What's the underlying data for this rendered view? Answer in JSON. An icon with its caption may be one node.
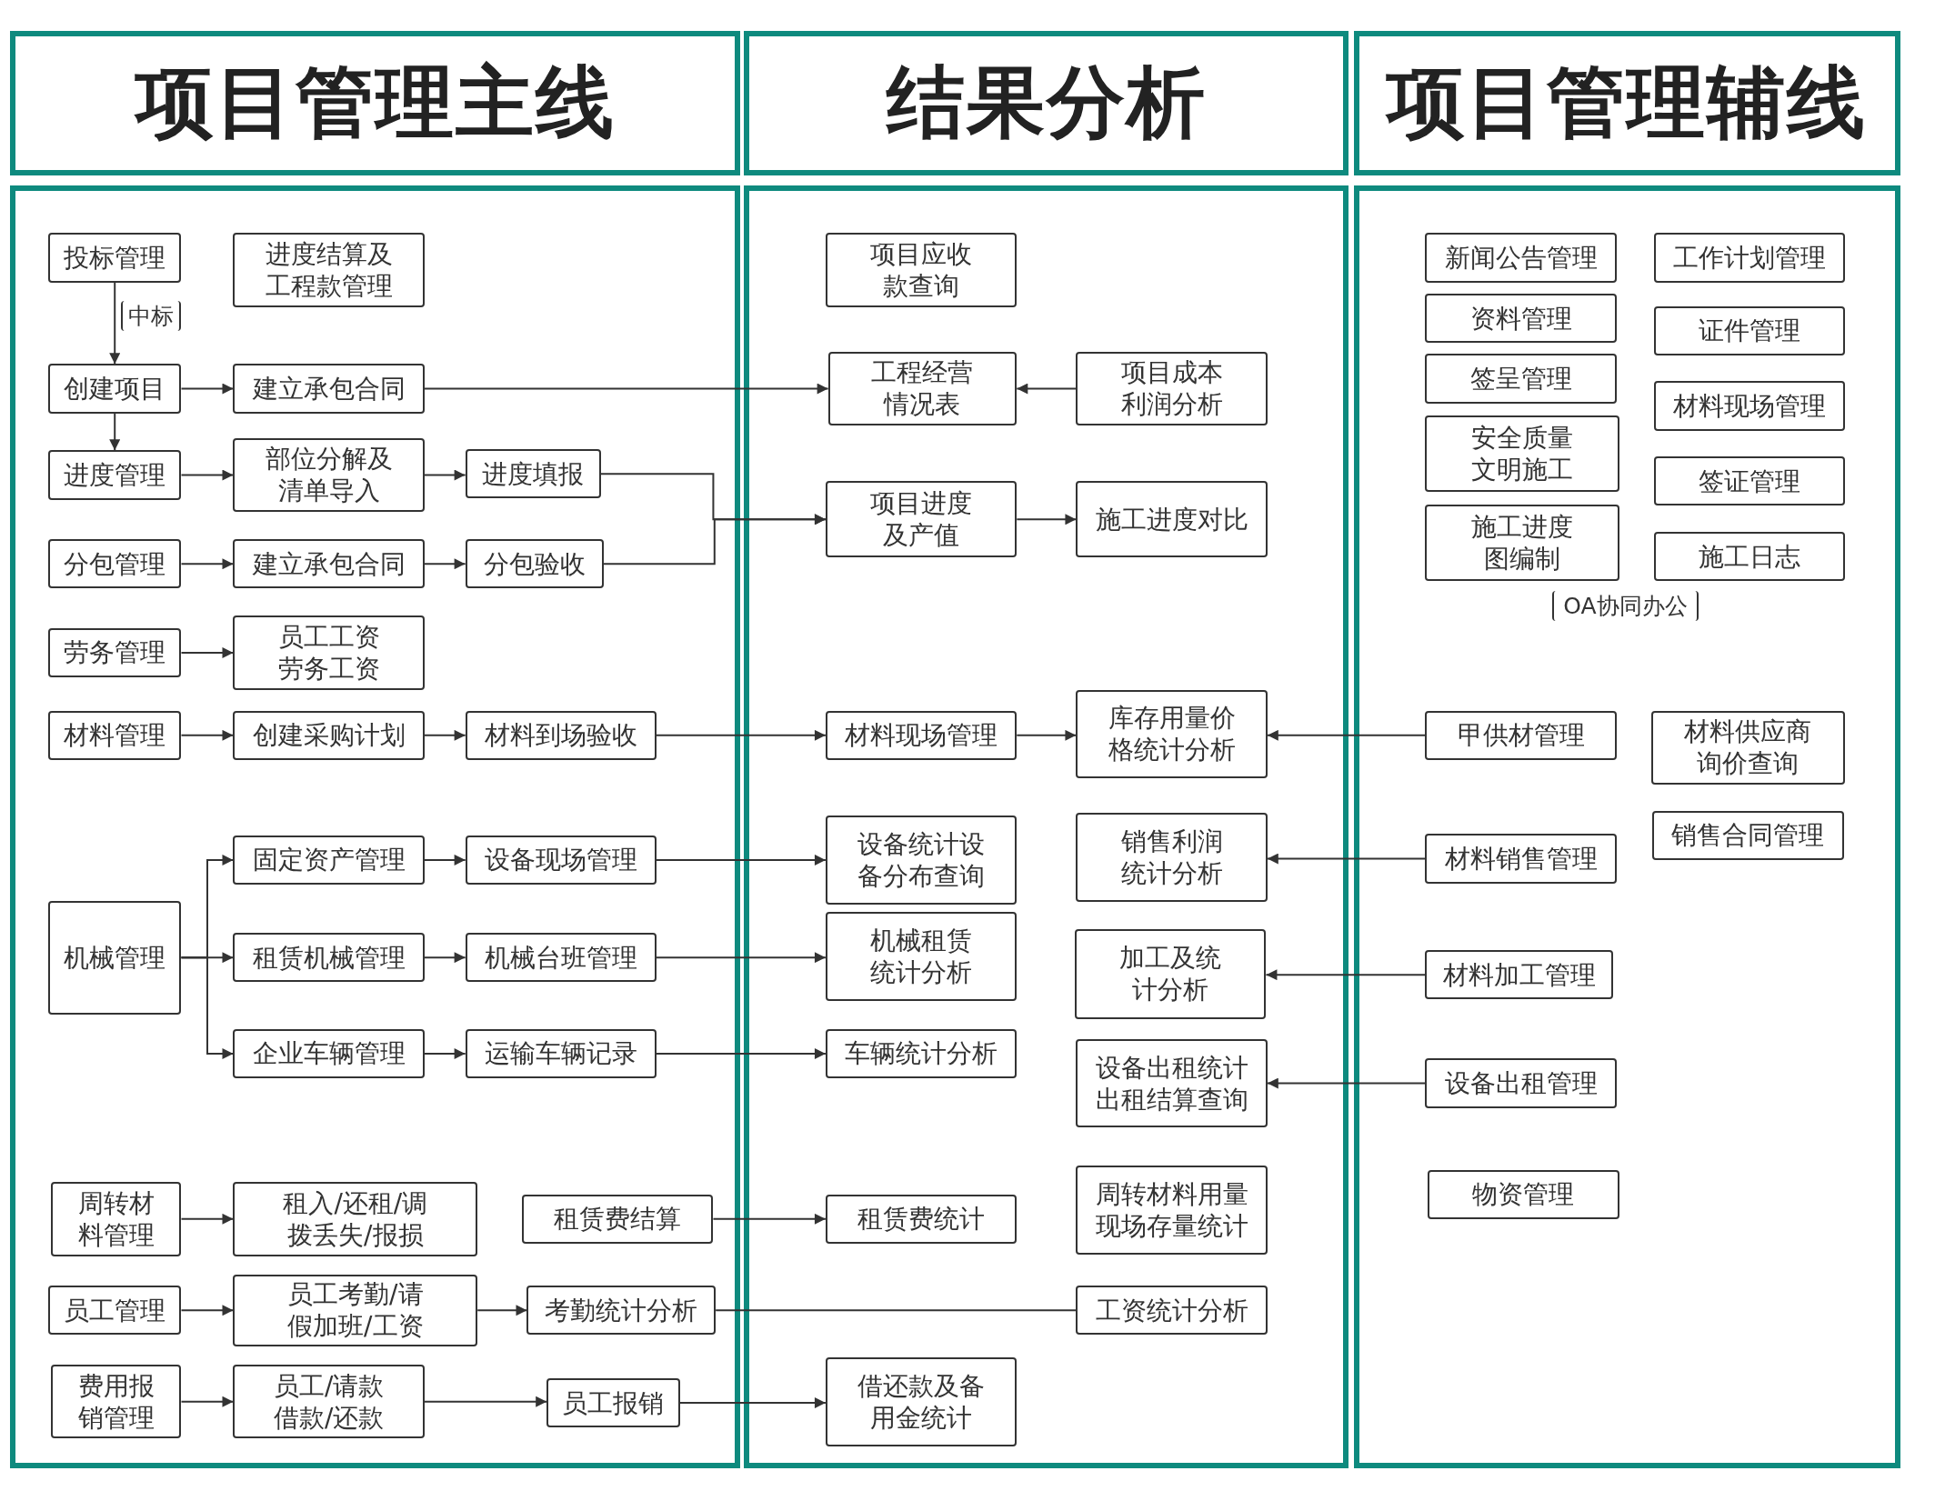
{
  "diagram": {
    "nodes": [
      {
        "text": [
          "项目管理主线"
        ]
      },
      {
        "text": [
          "结果分析"
        ]
      },
      {
        "text": [
          "项目管理辅线"
        ]
      },
      {
        "text": [],
        "shape": "box"
      },
      {
        "text": [],
        "shape": "box"
      },
      {
        "text": [],
        "shape": "box"
      },
      {
        "text": [
          "投标管理"
        ],
        "in": 3
      },
      {
        "text": [
          "进度结算及工程款管理"
        ],
        "in": 3
      },
      {
        "text": [
          "创建项目"
        ],
        "in": 3
      },
      {
        "text": [
          "建立承包合同"
        ],
        "in": 3
      },
      {
        "text": [
          "进度管理"
        ],
        "in": 3
      },
      {
        "text": [
          "部位分解及清单导入"
        ],
        "in": 3
      },
      {
        "text": [
          "进度填报"
        ],
        "in": 3
      },
      {
        "text": [
          "分包管理"
        ],
        "in": 3
      },
      {
        "text": [
          "建立承包合同"
        ],
        "in": 3
      },
      {
        "text": [
          "分包验收"
        ],
        "in": 3
      },
      {
        "text": [
          "劳务管理"
        ],
        "in": 3
      },
      {
        "text": [
          "员工工资劳务工资"
        ],
        "in": 3
      },
      {
        "text": [
          "材料管理"
        ],
        "in": 3
      },
      {
        "text": [
          "创建采购计划"
        ],
        "in": 3
      },
      {
        "text": [
          "材料到场验收"
        ],
        "in": 3
      },
      {
        "text": [
          "机械管理"
        ],
        "in": 3
      },
      {
        "text": [
          "固定资产管理"
        ],
        "in": 3
      },
      {
        "text": [
          "设备现场管理"
        ],
        "in": 3
      },
      {
        "text": [
          "租赁机械管理"
        ],
        "in": 3
      },
      {
        "text": [
          "机械台班管理"
        ],
        "in": 3
      },
      {
        "text": [
          "企业车辆管理"
        ],
        "in": 3
      },
      {
        "text": [
          "运输车辆记录"
        ],
        "in": 3
      },
      {
        "text": [
          "周转材料管理"
        ],
        "in": 3
      },
      {
        "text": [
          "租入/还租/调拨丢失/报损"
        ],
        "in": 3
      },
      {
        "text": [
          "租赁费结算"
        ],
        "in": 3
      },
      {
        "text": [
          "员工管理"
        ],
        "in": 3
      },
      {
        "text": [
          "员工考勤/请假加班/工资"
        ],
        "in": 3
      },
      {
        "text": [
          "考勤统计分析"
        ],
        "in": 3
      },
      {
        "text": [
          "费用报销管理"
        ],
        "in": 3
      },
      {
        "text": [
          "员工/请款借款/还款"
        ],
        "in": 3
      },
      {
        "text": [
          "员工报销"
        ],
        "in": 3
      },
      {
        "text": [
          "项目应收款查询"
        ],
        "in": 4
      },
      {
        "text": [
          "工程经营情况表"
        ],
        "in": 4
      },
      {
        "text": [
          "项目成本利润分析"
        ],
        "in": 4
      },
      {
        "text": [
          "项目进度及产值"
        ],
        "in": 4
      },
      {
        "text": [
          "施工进度对比"
        ],
        "in": 4
      },
      {
        "text": [
          "材料现场管理"
        ],
        "in": 4
      },
      {
        "text": [
          "库存用量价格统计分析"
        ],
        "in": 4
      },
      {
        "text": [
          "设备统计设备分布查询"
        ],
        "in": 4
      },
      {
        "text": [
          "销售利润统计分析"
        ],
        "in": 4
      },
      {
        "text": [
          "机械租赁统计分析"
        ],
        "in": 4
      },
      {
        "text": [
          "加工及统计分析"
        ],
        "in": 4
      },
      {
        "text": [
          "车辆统计分析"
        ],
        "in": 4
      },
      {
        "text": [
          "设备出租统计出租结算查询"
        ],
        "in": 4
      },
      {
        "text": [
          "租赁费统计"
        ],
        "in": 4
      },
      {
        "text": [
          "周转材料用量现场存量统计"
        ],
        "in": 4
      },
      {
        "text": [
          "工资统计分析"
        ],
        "in": 4
      },
      {
        "text": [
          "借还款及备用金统计"
        ],
        "in": 4
      },
      {
        "text": [
          "新闻公告管理"
        ],
        "in": 5
      },
      {
        "text": [
          "工作计划管理"
        ],
        "in": 5
      },
      {
        "text": [
          "资料管理"
        ],
        "in": 5
      },
      {
        "text": [
          "证件管理"
        ],
        "in": 5
      },
      {
        "text": [
          "签呈管理"
        ],
        "in": 5
      },
      {
        "text": [
          "材料现场管理"
        ],
        "in": 5
      },
      {
        "text": [
          "安全质量文明施工"
        ],
        "in": 5
      },
      {
        "text": [
          "签证管理"
        ],
        "in": 5
      },
      {
        "text": [
          "施工进度图编制"
        ],
        "in": 5
      },
      {
        "text": [
          "施工日志"
        ],
        "in": 5
      },
      {
        "text": [
          "甲供材管理"
        ],
        "in": 5
      },
      {
        "text": [
          "材料供应商询价查询"
        ],
        "in": 5
      },
      {
        "text": [
          "材料销售管理"
        ],
        "in": 5
      },
      {
        "text": [
          "销售合同管理"
        ],
        "in": 5
      },
      {
        "text": [
          "材料加工管理"
        ],
        "in": 5
      },
      {
        "text": [
          "设备出租管理"
        ],
        "in": 5
      },
      {
        "text": [
          "物资管理"
        ],
        "in": 5
      }
    ],
    "edges": [
      {
        "from": 6,
        "to": 8,
        "arrow": "to",
        "label": "中标"
      },
      {
        "from": 8,
        "to": 9,
        "arrow": "to"
      },
      {
        "from": 8,
        "to": 10,
        "arrow": "to"
      },
      {
        "from": 9,
        "to": 38,
        "arrow": "to"
      },
      {
        "from": 10,
        "to": 11,
        "arrow": "to"
      },
      {
        "from": 11,
        "to": 12,
        "arrow": "to"
      },
      {
        "from": 12,
        "to": 40,
        "arrow": "to"
      },
      {
        "from": 13,
        "to": 14,
        "arrow": "to"
      },
      {
        "from": 14,
        "to": 15,
        "arrow": "to"
      },
      {
        "from": 15,
        "to": 40,
        "arrow": "to"
      },
      {
        "from": 16,
        "to": 17,
        "arrow": "to"
      },
      {
        "from": 18,
        "to": 19,
        "arrow": "to"
      },
      {
        "from": 19,
        "to": 20,
        "arrow": "to"
      },
      {
        "from": 20,
        "to": 42,
        "arrow": "to"
      },
      {
        "from": 42,
        "to": 43,
        "arrow": "to"
      },
      {
        "from": 21,
        "to": 22,
        "arrow": "to"
      },
      {
        "from": 21,
        "to": 24,
        "arrow": "to"
      },
      {
        "from": 21,
        "to": 26,
        "arrow": "to"
      },
      {
        "from": 22,
        "to": 23,
        "arrow": "to"
      },
      {
        "from": 23,
        "to": 44,
        "arrow": "to"
      },
      {
        "from": 24,
        "to": 25,
        "arrow": "to"
      },
      {
        "from": 25,
        "to": 46,
        "arrow": "to"
      },
      {
        "from": 26,
        "to": 27,
        "arrow": "to"
      },
      {
        "from": 27,
        "to": 48,
        "arrow": "to"
      },
      {
        "from": 28,
        "to": 29,
        "arrow": "to"
      },
      {
        "from": 30,
        "to": 50,
        "arrow": "to"
      },
      {
        "from": 31,
        "to": 32,
        "arrow": "to"
      },
      {
        "from": 32,
        "to": 33,
        "arrow": "to"
      },
      {
        "from": 33,
        "to": 52,
        "arrow": "none"
      },
      {
        "from": 34,
        "to": 35,
        "arrow": "to"
      },
      {
        "from": 35,
        "to": 36,
        "arrow": "to"
      },
      {
        "from": 36,
        "to": 53,
        "arrow": "to"
      },
      {
        "from": 39,
        "to": 38,
        "arrow": "to"
      },
      {
        "from": 40,
        "to": 41,
        "arrow": "to"
      },
      {
        "from": 64,
        "to": 43,
        "arrow": "to"
      },
      {
        "from": 66,
        "to": 45,
        "arrow": "to"
      },
      {
        "from": 68,
        "to": 47,
        "arrow": "to"
      },
      {
        "from": 69,
        "to": 49,
        "arrow": "to"
      }
    ],
    "labels": [
      "OA协同办公"
    ]
  }
}
